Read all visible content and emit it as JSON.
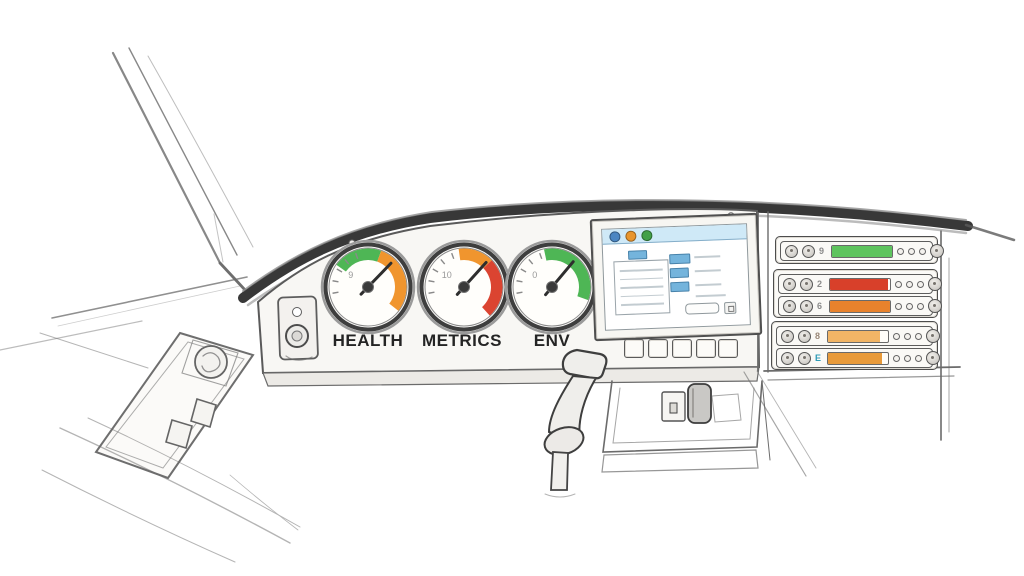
{
  "scene": {
    "description": "pencil-sketch vehicle cab dashboard",
    "background_color": "#ffffff",
    "pencil_color": "#6b6b6b",
    "ink_color": "#3c3c3c"
  },
  "panel": {
    "face_color": "#f8f7f4",
    "gauges": [
      {
        "label": "HEALTH",
        "scale_mark": "9",
        "needle_deg": 44,
        "arcs": [
          {
            "color": "#44b24c",
            "start_deg": -55,
            "end_deg": 20
          },
          {
            "color": "#ef8f23",
            "start_deg": 20,
            "end_deg": 128
          }
        ]
      },
      {
        "label": "METRICS",
        "scale_mark": "10",
        "needle_deg": 42,
        "arcs": [
          {
            "color": "#ef8f23",
            "start_deg": -8,
            "end_deg": 46
          },
          {
            "color": "#d93a26",
            "start_deg": 46,
            "end_deg": 138
          }
        ]
      },
      {
        "label": "ENV",
        "scale_mark": "0",
        "needle_deg": 40,
        "arcs": [
          {
            "color": "#44b24c",
            "start_deg": -12,
            "end_deg": 110
          }
        ]
      }
    ],
    "function_button_count": 5
  },
  "screen": {
    "titlebar_color": "#cfe9f7",
    "accent_color": "#74b4dc",
    "accent_border": "#4782aa",
    "titlebar_buttons": [
      {
        "name": "blue-circle",
        "color": "#4b86c2"
      },
      {
        "name": "orange-circle",
        "color": "#e8952e"
      },
      {
        "name": "green-circle",
        "color": "#43a047"
      }
    ]
  },
  "rack": {
    "frame_color": "#4d4d4d",
    "units": [
      {
        "label": "9",
        "label_color": "#8a8a8a",
        "bar_color": "#5ec45e",
        "bar_fill": 1.0
      },
      {
        "label": "2",
        "label_color": "#8a8a8a",
        "bar_color": "#d8402a",
        "bar_fill": 0.96
      },
      {
        "label": "6",
        "label_color": "#8a8a8a",
        "bar_color": "#e8822c",
        "bar_fill": 1.0
      },
      {
        "label": "8",
        "label_color": "#9a8878",
        "bar_color": "#f2b566",
        "bar_fill": 0.86
      },
      {
        "label": "E",
        "label_color": "#2e9bb5",
        "bar_color": "#e89a3a",
        "bar_fill": 0.9
      }
    ]
  }
}
